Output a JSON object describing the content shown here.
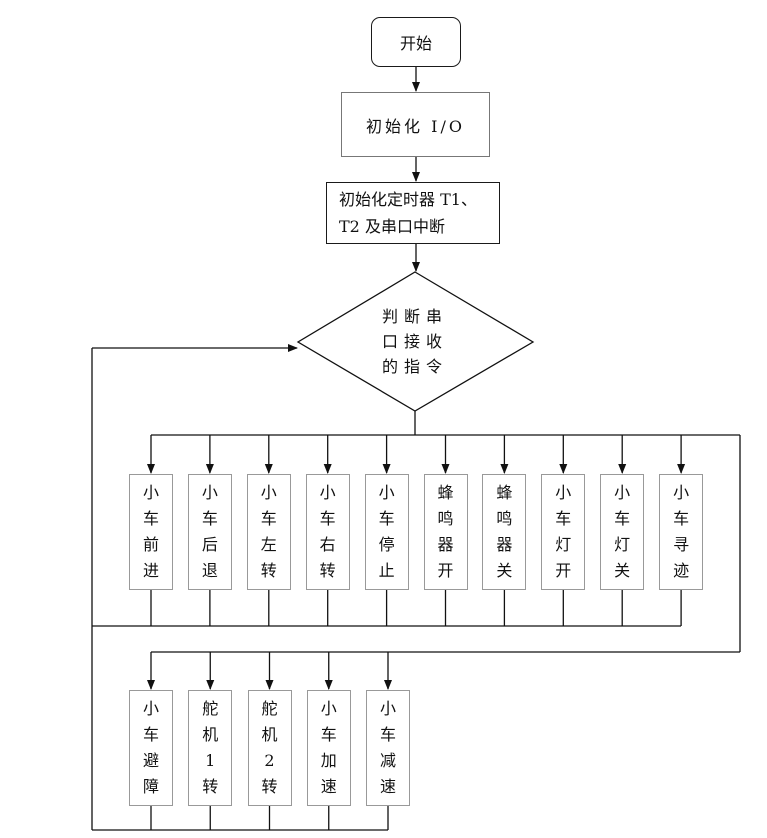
{
  "start": "开始",
  "init_io": "初始化 I/O",
  "init_timer_line1": "初始化定时器 T1、",
  "init_timer_line2": "T2 及串口中断",
  "decision_lines": [
    "判断串",
    "口接收",
    "的指令"
  ],
  "row1": [
    [
      "小",
      "车",
      "前",
      "进"
    ],
    [
      "小",
      "车",
      "后",
      "退"
    ],
    [
      "小",
      "车",
      "左",
      "转"
    ],
    [
      "小",
      "车",
      "右",
      "转"
    ],
    [
      "小",
      "车",
      "停",
      "止"
    ],
    [
      "蜂",
      "鸣",
      "器",
      "开"
    ],
    [
      "蜂",
      "鸣",
      "器",
      "关"
    ],
    [
      "小",
      "车",
      "灯",
      "开"
    ],
    [
      "小",
      "车",
      "灯",
      "关"
    ],
    [
      "小",
      "车",
      "寻",
      "迹"
    ]
  ],
  "row2": [
    [
      "小",
      "车",
      "避",
      "障"
    ],
    [
      "舵",
      "机",
      "1",
      "转"
    ],
    [
      "舵",
      "机",
      "2",
      "转"
    ],
    [
      "小",
      "车",
      "加",
      "速"
    ],
    [
      "小",
      "车",
      "减",
      "速"
    ]
  ]
}
